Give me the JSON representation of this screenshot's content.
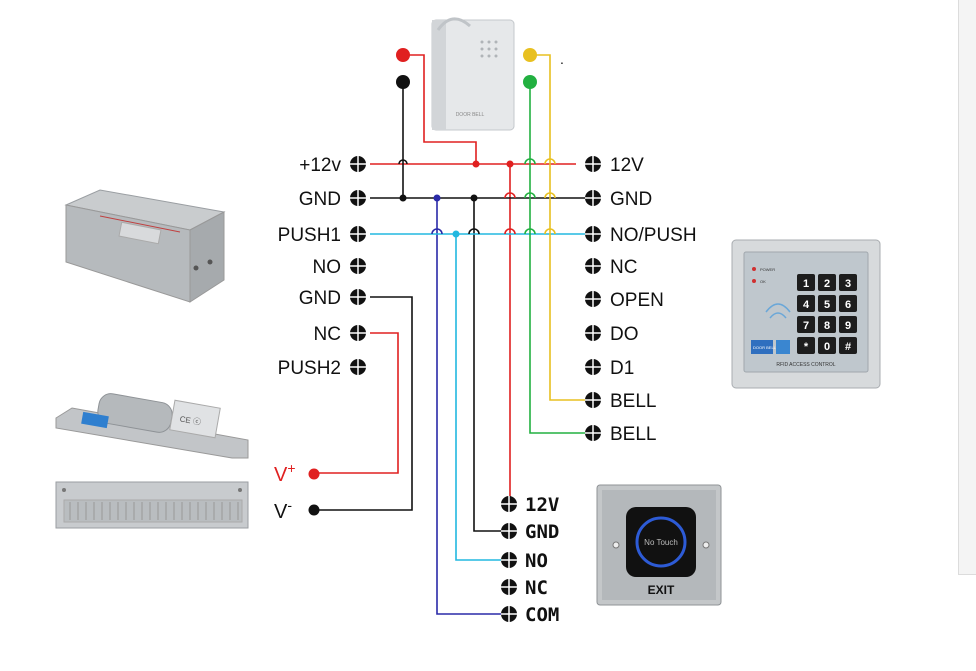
{
  "controller_terminals_left": [
    "+12v",
    "GND",
    "PUSH1",
    "NO",
    "GND",
    "NC",
    "PUSH2"
  ],
  "keypad_terminals_right": [
    "12V",
    "GND",
    "NO/PUSH",
    "NC",
    "OPEN",
    "DO",
    "D1",
    "BELL",
    "BELL"
  ],
  "exit_button_terminals": [
    "12V",
    "GND",
    "NO",
    "NC",
    "COM"
  ],
  "lock_power": {
    "plus_label": "V",
    "plus_sup": "+",
    "minus_label": "V",
    "minus_sup": "-"
  },
  "devices": {
    "doorbell_text": "DOOR BELL",
    "keypad_header": "RFID ACCESS CONTROL",
    "keypad_leds": [
      "POWER",
      "OK"
    ],
    "keypad_keys": [
      "1",
      "2",
      "3",
      "4",
      "5",
      "6",
      "7",
      "8",
      "9",
      "*",
      "0",
      "#"
    ],
    "keypad_badge": "DOOR BELL",
    "exit_face_text": "No Touch",
    "exit_label": "EXIT"
  },
  "colors": {
    "red": "#e02020",
    "black": "#111111",
    "blue": "#2a2aa8",
    "cyan": "#22b8e0",
    "green": "#22b040",
    "yellow": "#e8c020"
  },
  "stray_mark": "."
}
